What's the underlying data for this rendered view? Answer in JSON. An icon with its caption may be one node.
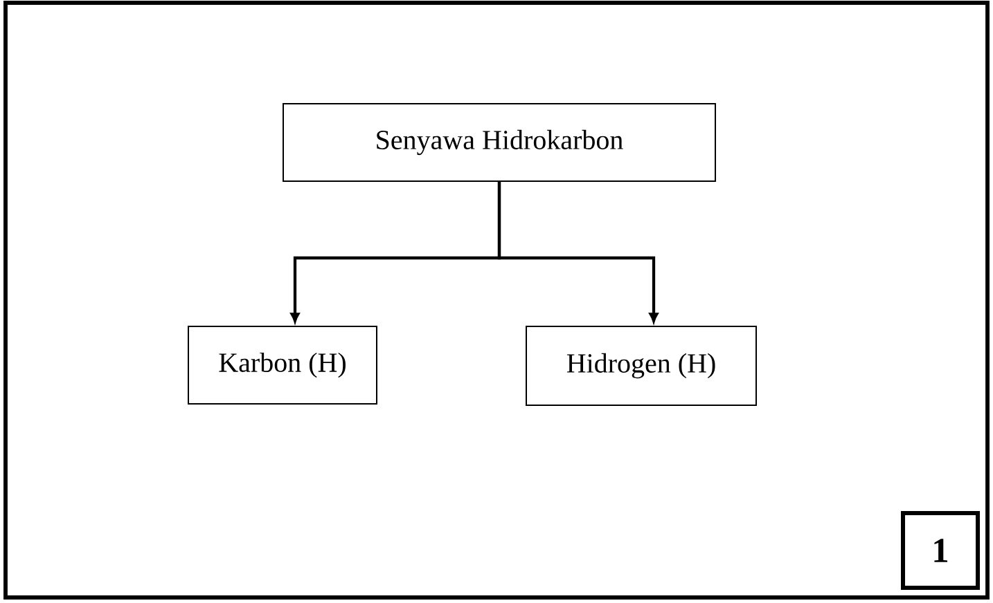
{
  "diagram": {
    "nodes": [
      {
        "text": [
          "Senyawa Hidrokarbon"
        ]
      },
      {
        "text": [
          "Karbon (H)"
        ]
      },
      {
        "text": [
          "Hidrogen (H)"
        ]
      },
      {
        "text": [
          "1"
        ]
      }
    ],
    "edges": [
      {
        "from": 0,
        "to": 1,
        "arrow": "to"
      },
      {
        "from": 0,
        "to": 2,
        "arrow": "to"
      }
    ]
  }
}
